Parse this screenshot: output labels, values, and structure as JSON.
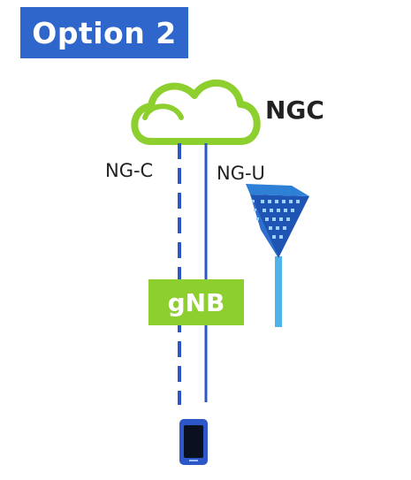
{
  "title": "Option 2",
  "core": {
    "label": "NGC"
  },
  "interfaces": {
    "control": "NG-C",
    "user": "NG-U"
  },
  "ran_node": {
    "label": "gNB"
  },
  "icons": {
    "core": "cloud-icon",
    "antenna": "antenna-tower-icon",
    "ue": "smartphone-icon"
  },
  "colors": {
    "title_bg": "#2f66cc",
    "cloud": "#8ccf2f",
    "gnb_bg": "#8ccf2f",
    "link": "#2d57c7",
    "antenna_blue": "#2e7fd6",
    "mast": "#4fb2e8"
  }
}
